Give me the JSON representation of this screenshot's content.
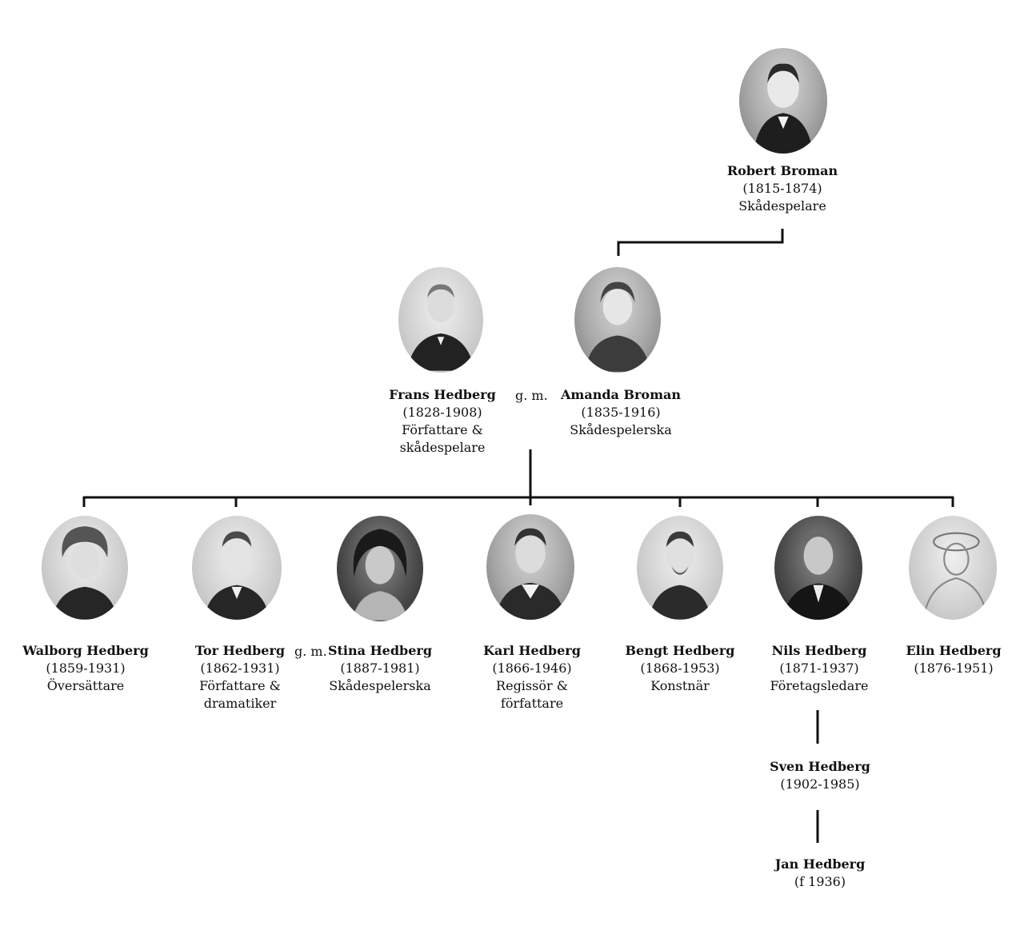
{
  "marriage_label": "g. m.",
  "people": {
    "robert": {
      "name": "Robert Broman",
      "years": "(1815-1874)",
      "role": [
        "Skådespelare"
      ]
    },
    "frans": {
      "name": "Frans Hedberg",
      "years": "(1828-1908)",
      "role": [
        "Författare &",
        "skådespelare"
      ]
    },
    "amanda": {
      "name": "Amanda Broman",
      "years": "(1835-1916)",
      "role": [
        "Skådespelerska"
      ]
    },
    "walborg": {
      "name": "Walborg Hedberg",
      "years": "(1859-1931)",
      "role": [
        "Översättare"
      ]
    },
    "tor": {
      "name": "Tor Hedberg",
      "years": "(1862-1931)",
      "role": [
        "Författare &",
        "dramatiker"
      ]
    },
    "stina": {
      "name": "Stina Hedberg",
      "years": "(1887-1981)",
      "role": [
        "Skådespelerska"
      ]
    },
    "karl": {
      "name": "Karl Hedberg",
      "years": "(1866-1946)",
      "role": [
        "Regissör &",
        "författare"
      ]
    },
    "bengt": {
      "name": "Bengt Hedberg",
      "years": "(1868-1953)",
      "role": [
        "Konstnär"
      ]
    },
    "nils": {
      "name": "Nils Hedberg",
      "years": "(1871-1937)",
      "role": [
        "Företagsledare"
      ]
    },
    "elin": {
      "name": "Elin Hedberg",
      "years": "(1876-1951)",
      "role": []
    },
    "sven": {
      "name": "Sven Hedberg",
      "years": "(1902-1985)",
      "role": []
    },
    "jan": {
      "name": "Jan Hedberg",
      "years": "(f 1936)",
      "role": []
    }
  },
  "colors": {
    "line": "#111111",
    "background": "#ffffff"
  }
}
